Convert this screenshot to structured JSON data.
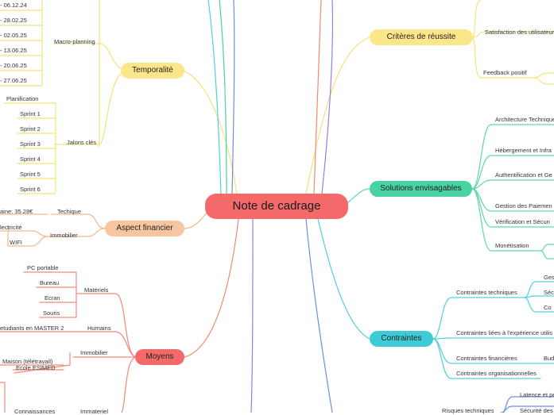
{
  "center": {
    "title": "Note de cadrage",
    "color": "#f46a6a"
  },
  "colors": {
    "temporalite": "#fbe78a",
    "criteres": "#fbe78a",
    "financier": "#f7c6a0",
    "moyens": "#f46a6a",
    "solutions": "#48d3a0",
    "contraintes": "#3ecbd6",
    "branch_red": "#f28a7a",
    "branch_yellow": "#f5e27a",
    "branch_orange": "#f3b98a",
    "branch_green": "#5fd6b0",
    "branch_cyan": "#4fd0dc",
    "branch_blue": "#6a8fe0",
    "branch_purple": "#9a7fe0"
  },
  "temporalite": {
    "label": "Temporalité",
    "macro": {
      "label": "Macro-planning",
      "dates": [
        "- 06.12.24",
        "- 28.02.25",
        "- 02.05.25",
        "- 13.06.25",
        "- 20.06.25",
        "- 27.06.25"
      ]
    },
    "jalons": {
      "label": "Jalons clés",
      "items": [
        "Planification",
        "Sprint 1",
        "Sprint 2",
        "Sprint 3",
        "Sprint 4",
        "Sprint 5",
        "Sprint 6"
      ]
    }
  },
  "financier": {
    "label": "Aspect financier",
    "technique": {
      "label": "Techique",
      "value": "aine: 35.28€"
    },
    "immobilier": {
      "label": "Immobilier",
      "items": [
        "lectricité",
        "WIFI"
      ]
    }
  },
  "moyens": {
    "label": "Moyens",
    "materiels": {
      "label": "Matériels",
      "items": [
        "PC portable",
        "Bureau",
        "Ecran",
        "Souris"
      ]
    },
    "humains": {
      "label": "Humains",
      "value": "etudiants en MASTER 2"
    },
    "immobilier": {
      "label": "Immobilier",
      "items": [
        "Ecole ESIMED",
        "Maison (télétravail)"
      ]
    },
    "immateriel": {
      "label": "Immateriel",
      "item": "Connaissances"
    }
  },
  "criteres": {
    "label": "Critères de réussite",
    "items": [
      "Satisfaction des utilisateurs",
      "Feedback positif"
    ]
  },
  "solutions": {
    "label": "Solutions envisagables",
    "items": [
      "Architecture Technique",
      "Hébergement et Infra",
      "Authentification et Ge",
      "Gestion des Paiemen",
      "Vérification et Sécuri",
      "Monétisation"
    ]
  },
  "contraintes": {
    "label": "Contraintes",
    "techniques": {
      "label": "Contraintes techniques",
      "items": [
        "Ges",
        "Séc",
        "Co"
      ]
    },
    "experience": "Contraintes liées à l'expérience utilis",
    "financieres": {
      "label": "Contraintes financières",
      "item": "Bud"
    },
    "organisationnelles": "Contraintes organisationnelles"
  },
  "risques": {
    "label": "Risques techniques",
    "items": [
      "Latence et pe",
      "Sécurité des"
    ]
  }
}
